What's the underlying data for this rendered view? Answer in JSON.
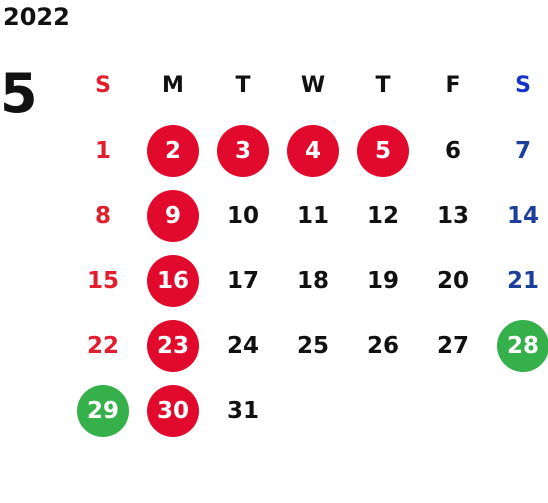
{
  "calendar": {
    "year": "2022",
    "month": "5",
    "weekdays": [
      "S",
      "M",
      "T",
      "W",
      "T",
      "F",
      "S"
    ],
    "weeks": [
      [
        "1",
        "2",
        "3",
        "4",
        "5",
        "6",
        "7"
      ],
      [
        "8",
        "9",
        "10",
        "11",
        "12",
        "13",
        "14"
      ],
      [
        "15",
        "16",
        "17",
        "18",
        "19",
        "20",
        "21"
      ],
      [
        "22",
        "23",
        "24",
        "25",
        "26",
        "27",
        "28"
      ],
      [
        "29",
        "30",
        "31",
        "",
        "",
        "",
        ""
      ]
    ]
  },
  "colors": {
    "sunday_text": "#e01e2d",
    "saturday_text": "#1c3f9a",
    "holiday_red": "#e10a2c",
    "special_green": "#35b04a"
  }
}
